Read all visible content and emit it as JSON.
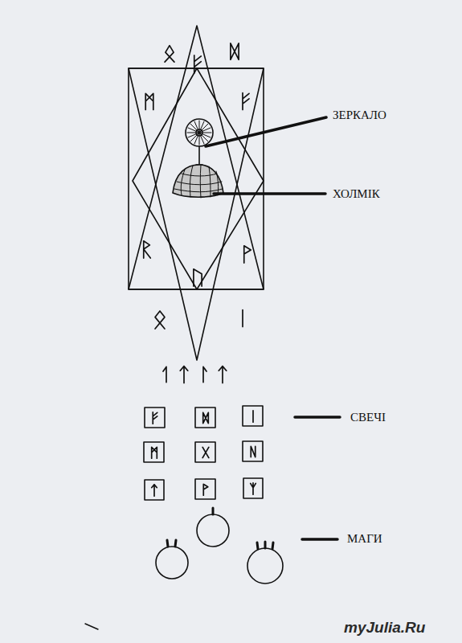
{
  "diagram": {
    "labels": [
      "ЗЕРКАЛО",
      "ХОЛМІК",
      "СВЕЧІ",
      "МАГИ",
      "myJulia.Ru"
    ]
  }
}
